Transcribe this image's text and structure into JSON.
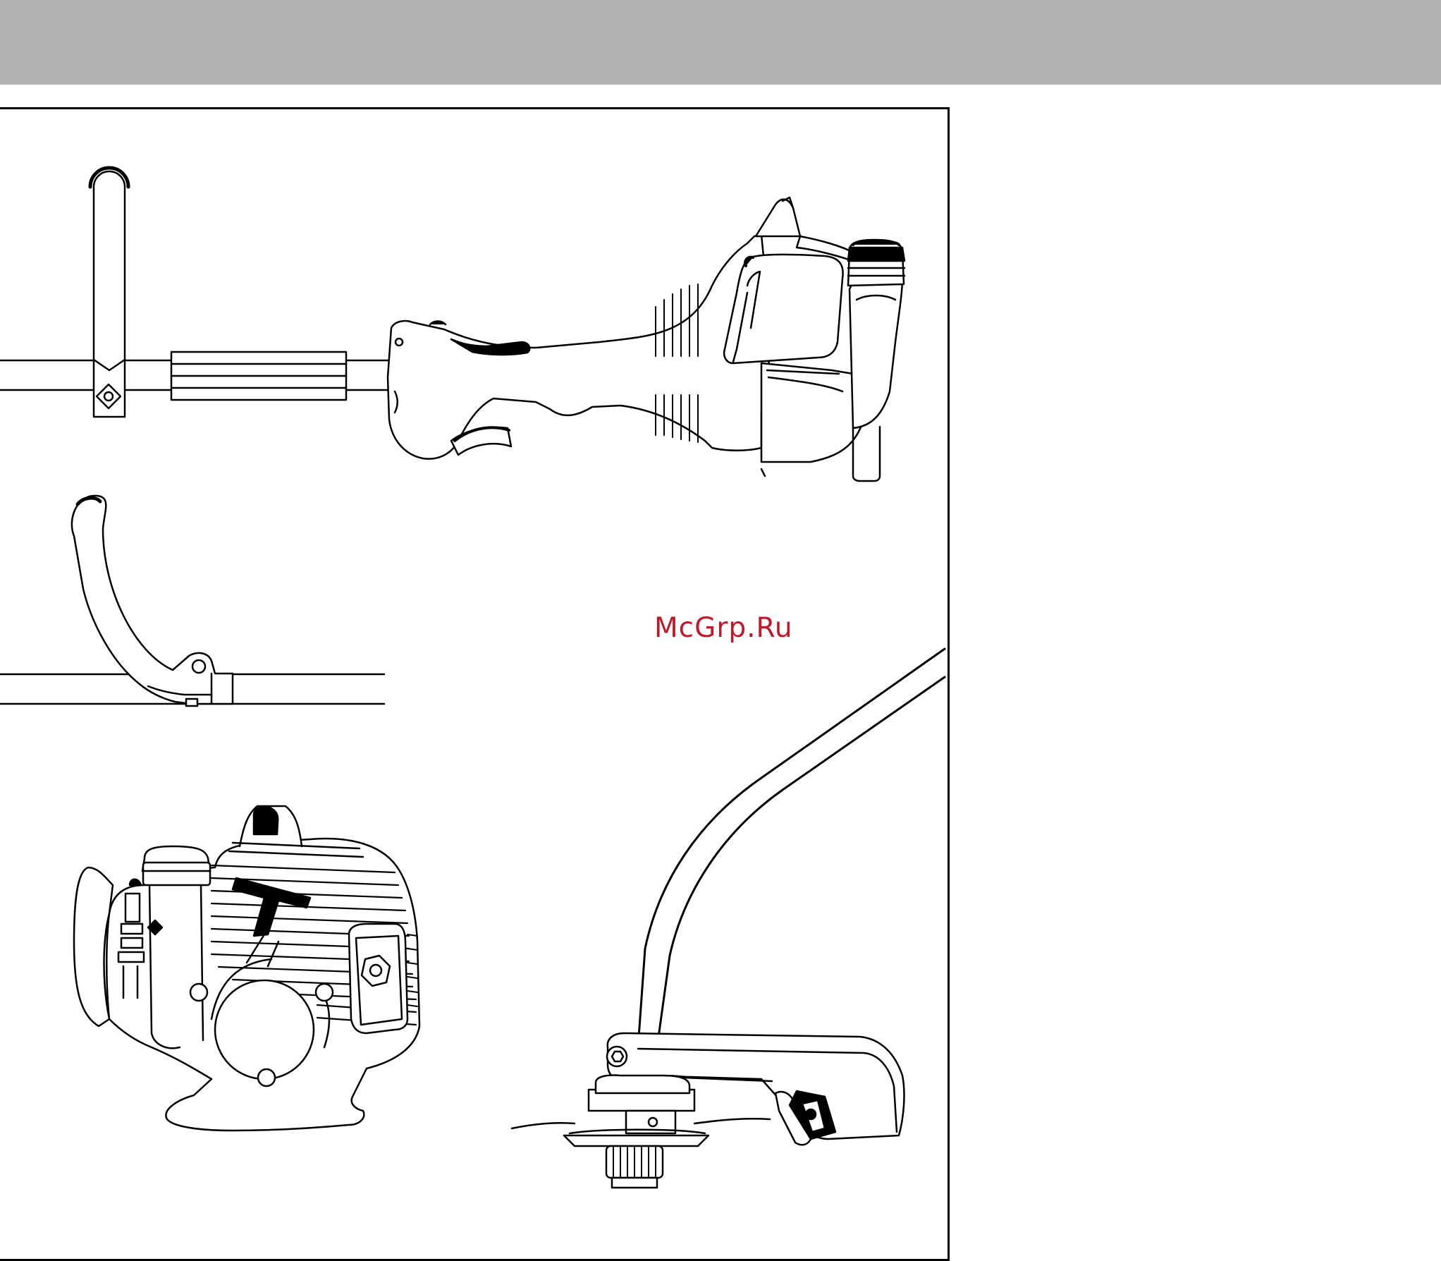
{
  "header": {
    "bar_color": "#b3b3b3"
  },
  "figure": {
    "illustrations": [
      "loop-handle",
      "trimmer-engine-unit",
      "bump-feed-guard",
      "engine-side-view",
      "trimmer-head-and-shaft"
    ]
  },
  "watermark": {
    "text": "McGrp.Ru",
    "color": "#c0182a"
  }
}
